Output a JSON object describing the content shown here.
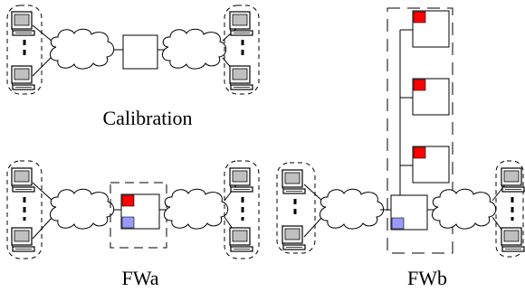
{
  "labels": {
    "calibration": "Calibration",
    "fwa": "FWa",
    "fwb": "FWb"
  },
  "colors": {
    "stroke": "#000000",
    "background": "#ffffff",
    "red_marker": "#ff0000",
    "blue_marker": "#9999ff",
    "monitor_screen": "#c0c0c0"
  },
  "icons": {
    "host": "computer-icon",
    "network": "cloud-icon",
    "device": "device-box"
  }
}
